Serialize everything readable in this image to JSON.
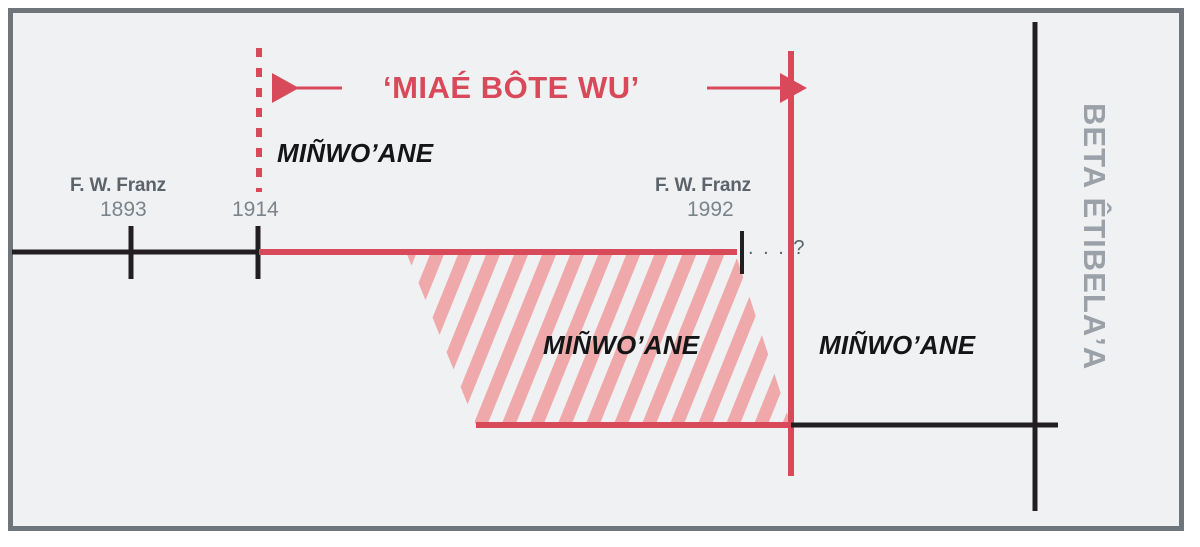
{
  "figure": {
    "kind": "timeline-diagram",
    "background_color": "#eff1f3",
    "border_color": "#6e757b",
    "accent_color": "#d8495a",
    "hatch_color": "#f0a9ab",
    "axis_color": "#231f20",
    "muted_text_color": "#7c848b"
  },
  "title": {
    "text": "‘MIAÉ BÔTE WU’",
    "left_arrow": "arrow-left",
    "right_arrow": "arrow-right"
  },
  "vertical_caption": {
    "text": "BETA ÊTIBELAʼA"
  },
  "labels": {
    "upper_period": "MIÑWOʼANE",
    "hatched_period": "MIÑWOʼANE",
    "right_period": "MIÑWOʼANE",
    "continuation": ". . . ?"
  },
  "markers": [
    {
      "id": "franz-1893",
      "name": "F. W. Franz",
      "year": "1893"
    },
    {
      "id": "year-1914",
      "name": "",
      "year": "1914"
    },
    {
      "id": "franz-1992",
      "name": "F. W. Franz",
      "year": "1992"
    }
  ],
  "chart_data": {
    "type": "timeline",
    "title": "‘MIAÉ BÔTE WU’",
    "axis_label": "BETA ÊTIBELAʼA",
    "tick_labels": [
      "1893",
      "1914",
      "1992"
    ],
    "series": [
      {
        "name": "pre-1914 black timeline",
        "start": "before 1893",
        "end": "1914",
        "style": "solid-black"
      },
      {
        "name": "1914 boundary",
        "at": "1914",
        "style": "dashed-red-vertical"
      },
      {
        "name": "‘MIAÉ BÔTE WU’ span",
        "start": "1914",
        "end": "1992",
        "style": "solid-red-double-arrow"
      },
      {
        "name": "MIÑWOʼANE overlap (hatched)",
        "start": "approx 1940",
        "end": "1992",
        "style": "red-diagonal-hatch-parallelogram"
      },
      {
        "name": "1992 boundary",
        "at": "1992",
        "style": "solid-red-vertical"
      },
      {
        "name": "post-1992 black timeline",
        "start": "1992",
        "end": "open",
        "style": "solid-black"
      }
    ],
    "grid": false,
    "legend": "none"
  }
}
